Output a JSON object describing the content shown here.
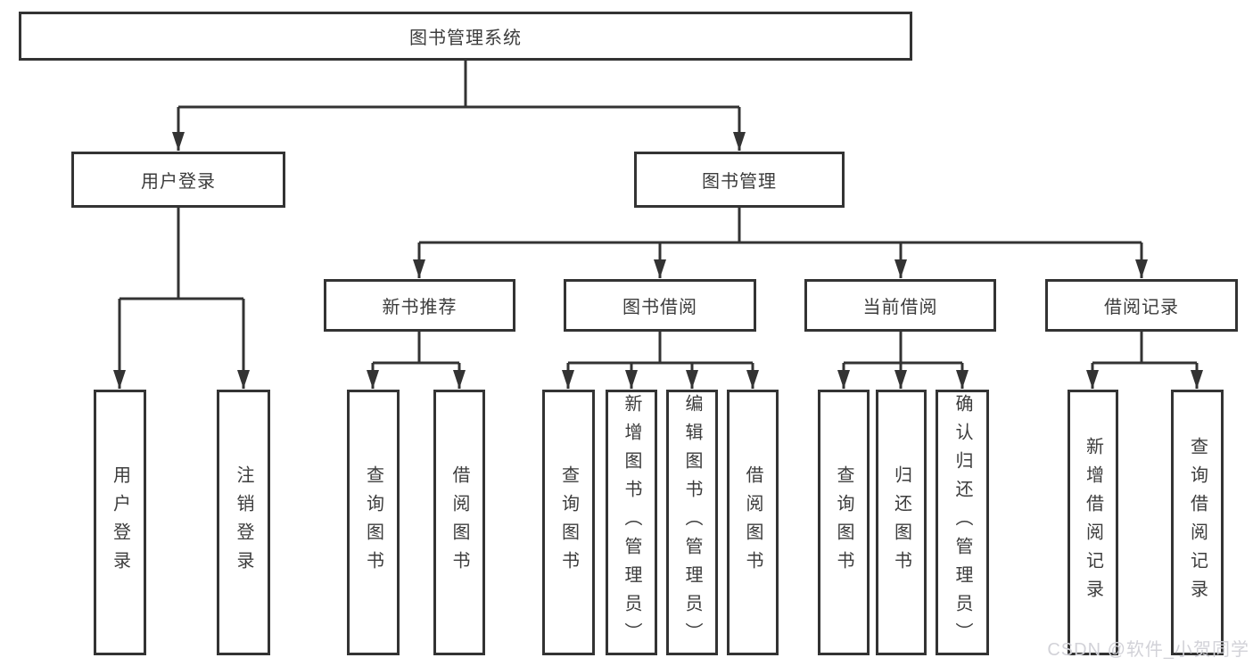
{
  "diagram": {
    "root": "图书管理系统",
    "user_login": "用户登录",
    "book_management": "图书管理",
    "user_login_children": [
      "用户登录",
      "注销登录"
    ],
    "book_management_children": [
      "新书推荐",
      "图书借阅",
      "当前借阅",
      "借阅记录"
    ],
    "new_book_recommend_children": [
      "查询图书",
      "借阅图书"
    ],
    "book_borrow_children": [
      "查询图书",
      "新增图书（管理员）",
      "编辑图书（管理员）",
      "借阅图书"
    ],
    "current_borrow_children": [
      "查询图书",
      "归还图书",
      "确认归还（管理员）"
    ],
    "borrow_record_children": [
      "新增借阅记录",
      "查询借阅记录"
    ]
  },
  "watermark": "CSDN @软件_小贺同学",
  "colors": {
    "line": "#333333",
    "text": "#3c3c3c",
    "background": "#ffffff",
    "watermark": "#d2d2d8"
  }
}
